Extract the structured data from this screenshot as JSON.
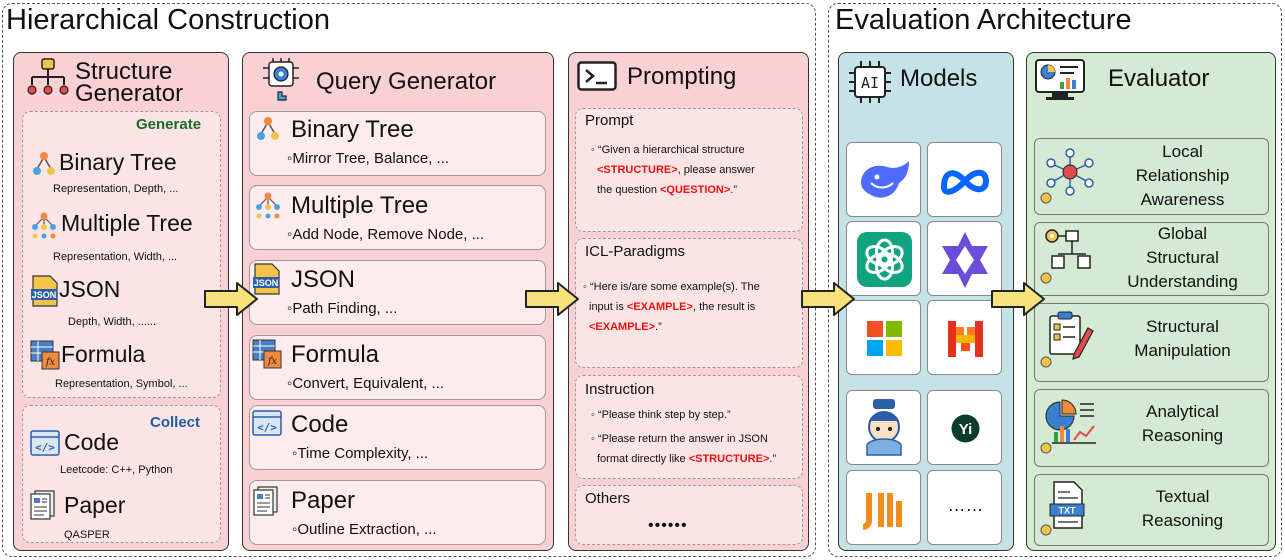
{
  "sections": {
    "left_title": "Hierarchical Construction",
    "right_title": "Evaluation Architecture"
  },
  "structure_generator": {
    "title_line1": "Structure",
    "title_line2": "Generator",
    "generate_tag": "Generate",
    "collect_tag": "Collect",
    "items": [
      {
        "name": "Binary Tree",
        "sub": "Representation, Depth, ..."
      },
      {
        "name": "Multiple Tree",
        "sub": "Representation, Width, ..."
      },
      {
        "name": "JSON",
        "sub": "Depth, Width, ......"
      },
      {
        "name": "Formula",
        "sub": "Representation, Symbol, ..."
      },
      {
        "name": "Code",
        "sub": "Leetcode: C++, Python"
      },
      {
        "name": "Paper",
        "sub": "QASPER"
      }
    ],
    "json_icon_text": "JSON"
  },
  "query_generator": {
    "title": "Query Generator",
    "cards": [
      {
        "name": "Binary Tree",
        "sub": "◦Mirror Tree, Balance, ..."
      },
      {
        "name": "Multiple Tree",
        "sub": "◦Add Node, Remove Node, ..."
      },
      {
        "name": "JSON",
        "sub": "◦Path Finding, ..."
      },
      {
        "name": "Formula",
        "sub": "◦Convert, Equivalent, ..."
      },
      {
        "name": "Code",
        "sub": "◦Time Complexity, ..."
      },
      {
        "name": "Paper",
        "sub": "◦Outline Extraction, ..."
      }
    ]
  },
  "prompting": {
    "title": "Prompting",
    "prompt": {
      "title": "Prompt",
      "line1": "◦ “Given a hierarchical structure",
      "tag1": "<STRUCTURE>",
      "line2": ", please answer",
      "line3": "the question ",
      "tag2": "<QUESTION>",
      "line4": ".”"
    },
    "icl": {
      "title": "ICL-Paradigms",
      "line1": "◦ “Here is/are some example(s). The",
      "line2a": "input is ",
      "tag1": "<EXAMPLE>",
      "line2b": ", the result is",
      "tag2": "<EXAMPLE>",
      "line3": ".”"
    },
    "instruction": {
      "title": "Instruction",
      "line1": "◦ “Please think step by step.”",
      "line2": "◦ “Please return the answer in JSON",
      "line3a": "format directly like ",
      "tag": "<STRUCTURE>",
      "line3b": ".”"
    },
    "others": {
      "title": "Others",
      "dots": "••••••"
    }
  },
  "models": {
    "title": "Models",
    "ai_icon_text": "AI",
    "more": "……"
  },
  "evaluator": {
    "title": "Evaluator",
    "cards": [
      {
        "lines": [
          "Local",
          "Relationship",
          "Awareness"
        ]
      },
      {
        "lines": [
          "Global",
          "Structural",
          "Understanding"
        ]
      },
      {
        "lines": [
          "Structural",
          "Manipulation"
        ]
      },
      {
        "lines": [
          "Analytical",
          "Reasoning"
        ]
      },
      {
        "lines": [
          "Textual",
          "Reasoning"
        ]
      }
    ],
    "txt_icon_text": "TXT"
  },
  "colors": {
    "pink": "#f9d1d4",
    "model_bg": "#c5e3e6",
    "eval_bg": "#d5ead2",
    "arrow": "#f5e27a",
    "red": "#e11111"
  }
}
